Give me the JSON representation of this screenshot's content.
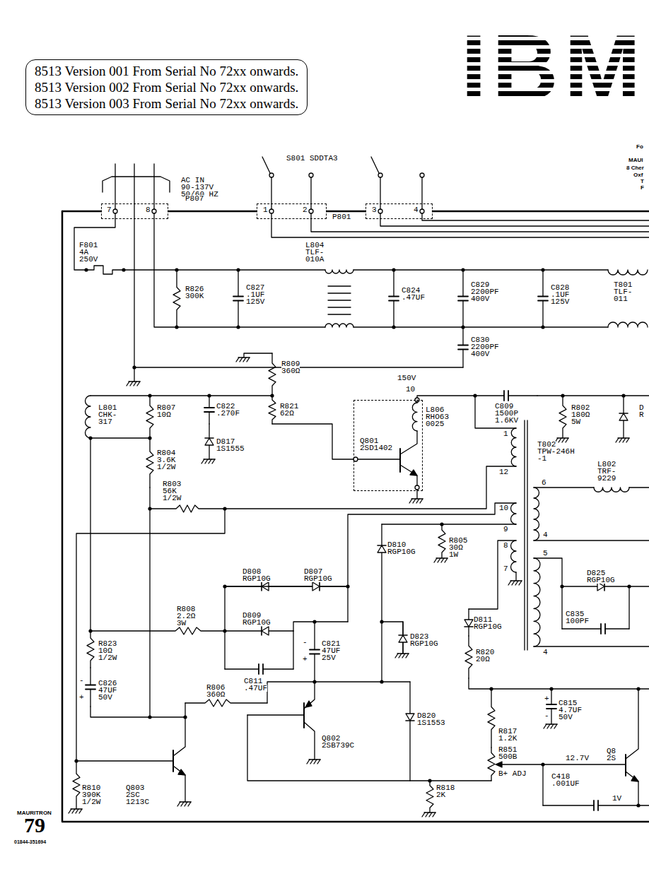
{
  "diagram": {
    "nodes": [
      {
        "text": [
          "8513 Version 001 From Serial No 72xx onwards.",
          "8513 Version 002 From Serial No 72xx onwards.",
          "8513 Version 003 From Serial No 72xx onwards."
        ]
      },
      {
        "text": [
          "7",
          "8"
        ]
      },
      {
        "text": [
          "1",
          "2"
        ]
      },
      {
        "text": [
          "3",
          "4"
        ]
      },
      {
        "text": [
          "Q801 2SD1402"
        ]
      }
    ],
    "edges": [
      {
        "from": 1,
        "to": 2,
        "arrow": "none"
      },
      {
        "from": 2,
        "to": 3,
        "arrow": "none"
      }
    ],
    "labels": [
      "IBM",
      "S801 SDDTA3",
      "AC IN",
      "90-137V",
      "50/60 HZ",
      "P807",
      "P801",
      "F801",
      "4A",
      "250V",
      "L804",
      "TLF-",
      "010A",
      "R826",
      "300K",
      "C827",
      ".1UF",
      "125V",
      "C824",
      ".47UF",
      "C829",
      "2200PF",
      "400V",
      "C828",
      ".1UF",
      "125V",
      "T801",
      "TLF-",
      "011",
      "C830",
      "2200PF",
      "400V",
      "R809",
      "360Ω",
      "150V",
      "10",
      "C809",
      "1500P",
      "1.6KV",
      "R802",
      "180Ω",
      "5W",
      "D",
      "R",
      "L801",
      "CHK-",
      "317",
      "R807",
      "10Ω",
      "C822",
      ".270F",
      "R821",
      "62Ω",
      "L806",
      "RHO63",
      "0025",
      "D817",
      "1S1555",
      "R804",
      "3.6K",
      "1/2W",
      "T802",
      "TPW-246H",
      "-1",
      "1",
      "12",
      "6",
      "L802",
      "TRF-",
      "9229",
      "10",
      "9",
      "4",
      "8",
      "7",
      "5",
      "4",
      "R803",
      "56K",
      "1/2W",
      "D808",
      "RGP10G",
      "D807",
      "RGP10G",
      "D810",
      "RGP10G",
      "R805",
      "30Ω",
      "1W",
      "D825",
      "RGP10G",
      "C835",
      "100PF",
      "R808",
      "2.2Ω",
      "3W",
      "D809",
      "RGP10G",
      "C811",
      ".47UF",
      "C821",
      "47UF",
      "25V",
      "-",
      "+",
      "D823",
      "RGP10G",
      "D811",
      "RGP10G",
      "R823",
      "10Ω",
      "1/2W",
      "C826",
      "47UF",
      "50V",
      "-",
      "+",
      "R806",
      "360Ω",
      "R820",
      "20Ω",
      "C815",
      "4.7UF",
      "50V",
      "+",
      "-",
      "D820",
      "1S1553",
      "Q802",
      "2SB739C",
      "R817",
      "1.2K",
      "R851",
      "500B",
      "B+ ADJ",
      "12.7V",
      "C418",
      ".001UF",
      "Q8",
      "2S",
      "1V",
      "R818",
      "2K",
      "R810",
      "390K",
      "1/2W",
      "Q803",
      "2SC",
      "1213C",
      "Fo",
      "MAUI",
      "8 Cher",
      "Oxf",
      "T",
      "F",
      "MAURITRON",
      "79",
      "01844-351694"
    ]
  }
}
